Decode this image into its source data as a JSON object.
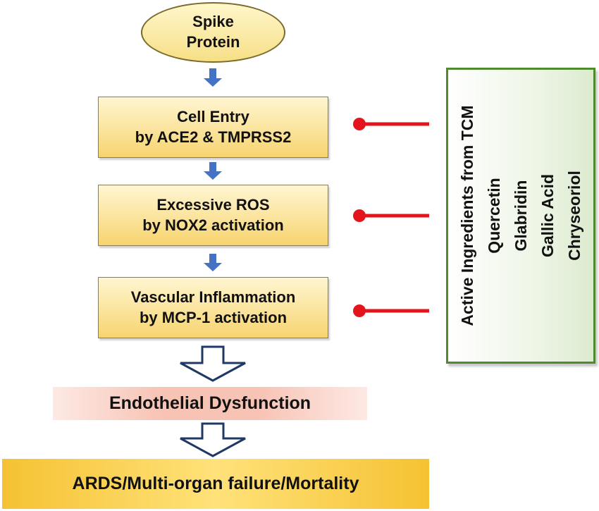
{
  "start": {
    "lines": [
      "Spike",
      "Protein"
    ]
  },
  "steps": [
    {
      "lines": [
        "Cell Entry",
        "by ACE2 & TMPRSS2"
      ]
    },
    {
      "lines": [
        "Excessive ROS",
        "by NOX2 activation"
      ]
    },
    {
      "lines": [
        "Vascular Inflammation",
        "by MCP-1 activation"
      ]
    }
  ],
  "endothelial": {
    "label": "Endothelial Dysfunction"
  },
  "outcome": {
    "label": "ARDS/Multi-organ failure/Mortality"
  },
  "tcm_panel": {
    "title": "Active Ingredients from TCM",
    "ingredients": [
      "Quercetin",
      "Glabridin",
      "Gallic Acid",
      "Chryseoriol"
    ]
  },
  "colors": {
    "blue_arrow": "#4472c4",
    "outline_arrow": "#1f3864",
    "inhibitor_line": "#e3141b",
    "panel_border": "#4f8a2e"
  }
}
